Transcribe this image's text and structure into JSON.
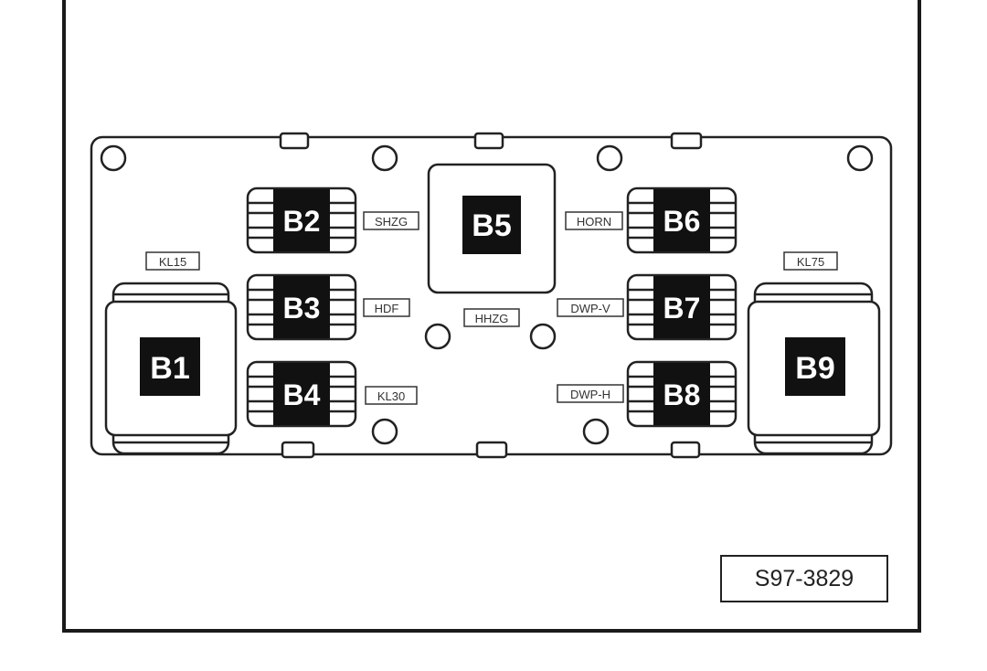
{
  "diagram": {
    "relays": {
      "b1": "B1",
      "b2": "B2",
      "b3": "B3",
      "b4": "B4",
      "b5": "B5",
      "b6": "B6",
      "b7": "B7",
      "b8": "B8",
      "b9": "B9"
    },
    "tags": {
      "kl15": "KL15",
      "kl75": "KL75",
      "shzg": "SHZG",
      "hdf": "HDF",
      "kl30": "KL30",
      "hhzg": "HHZG",
      "horn": "HORN",
      "dwp_v": "DWP-V",
      "dwp_h": "DWP-H"
    },
    "reference": "S97-3829"
  },
  "colors": {
    "line": "#222222",
    "label_fill": "#111111",
    "paper": "#ffffff"
  }
}
